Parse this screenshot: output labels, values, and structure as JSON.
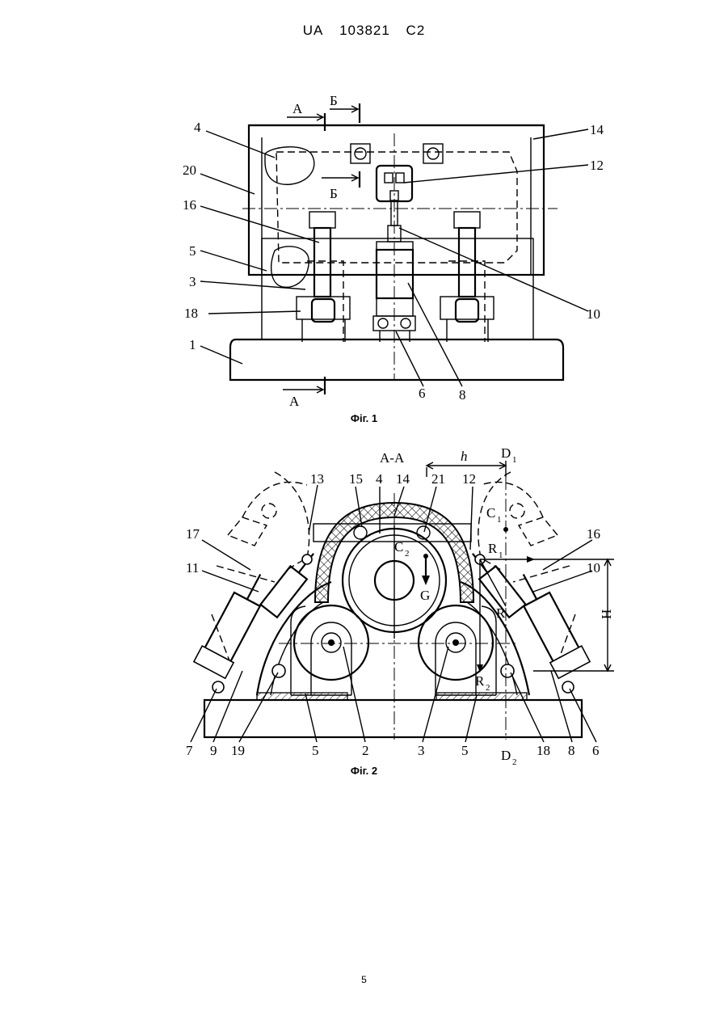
{
  "header": {
    "country": "UA",
    "number": "103821",
    "kind": "C2"
  },
  "figure1": {
    "caption": "Фіг. 1",
    "section_labels": {
      "a_top": "А",
      "b_top": "Б",
      "b_mid": "Б",
      "a_bottom": "А"
    },
    "callouts": {
      "c4": "4",
      "c20": "20",
      "c16": "16",
      "c5": "5",
      "c3": "3",
      "c18": "18",
      "c1": "1",
      "c14": "14",
      "c12": "12",
      "c10": "10",
      "c6": "6",
      "c8": "8"
    }
  },
  "figure2": {
    "caption": "Фіг. 2",
    "section_title": "А-А",
    "dimensions": {
      "h": "h",
      "H": "H"
    },
    "points": {
      "d1": "D",
      "d1_sub": "1",
      "d2": "D",
      "d2_sub": "2",
      "c1": "C",
      "c1_sub": "1",
      "c2": "C",
      "c2_sub": "2",
      "g": "G",
      "r": "R",
      "r1": "R",
      "r1_sub": "1",
      "r2": "R",
      "r2_sub": "2"
    },
    "callouts": {
      "c13": "13",
      "c15": "15",
      "c4": "4",
      "c14": "14",
      "c21": "21",
      "c12": "12",
      "c17": "17",
      "c16": "16",
      "c11": "11",
      "c10": "10",
      "c7": "7",
      "c9": "9",
      "c19": "19",
      "c5a": "5",
      "c2": "2",
      "c3": "3",
      "c5b": "5",
      "c18": "18",
      "c8": "8",
      "c6": "6"
    }
  },
  "page_number": "5"
}
